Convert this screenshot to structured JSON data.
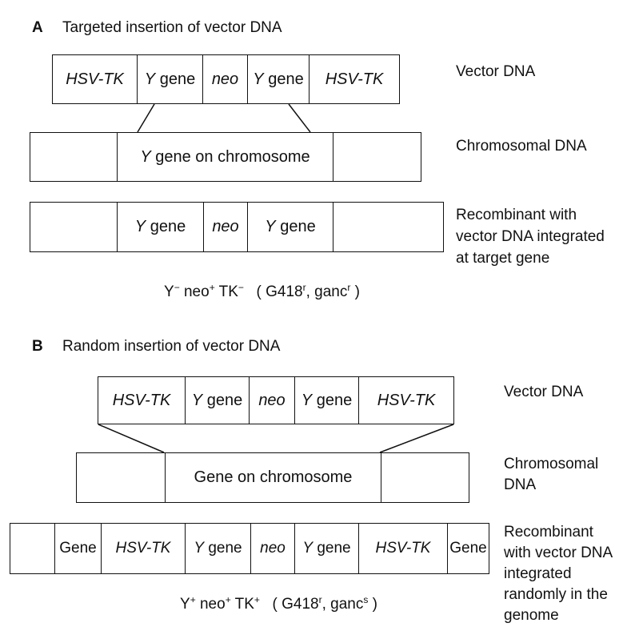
{
  "section_a": {
    "letter": "A",
    "title": "Targeted insertion of vector DNA",
    "vector": {
      "label": "Vector DNA",
      "segments": [
        "HSV-TK",
        "Y gene",
        "neo",
        "Y gene",
        "HSV-TK"
      ]
    },
    "chromosome": {
      "label": "Chromosomal DNA",
      "segments": [
        "",
        "Y gene on chromosome",
        ""
      ]
    },
    "recombinant": {
      "label_lines": [
        "Recombinant with",
        "vector DNA integrated",
        "at target gene"
      ],
      "segments": [
        "",
        "Y gene",
        "neo",
        "Y gene",
        ""
      ]
    },
    "genotype": {
      "markers": [
        {
          "name": "Y",
          "sup": "−"
        },
        {
          "name": "neo",
          "sup": "+"
        },
        {
          "name": "TK",
          "sup": "−"
        }
      ],
      "open": "(",
      "resistance": [
        {
          "name": "G418",
          "sup": "r"
        },
        {
          "name": "ganc",
          "sup": "r"
        }
      ],
      "separator": ",",
      "close": ")"
    }
  },
  "section_b": {
    "letter": "B",
    "title": "Random insertion of vector DNA",
    "vector": {
      "label": "Vector DNA",
      "segments": [
        "HSV-TK",
        "Y gene",
        "neo",
        "Y gene",
        "HSV-TK"
      ]
    },
    "chromosome": {
      "label_lines": [
        "Chromosomal",
        "DNA"
      ],
      "segments": [
        "",
        "Gene on chromosome",
        ""
      ]
    },
    "recombinant": {
      "label_lines": [
        "Recombinant",
        "with vector DNA",
        "integrated",
        "randomly in the",
        "genome"
      ],
      "segments": [
        "",
        "Gene",
        "HSV-TK",
        "Y gene",
        "neo",
        "Y gene",
        "HSV-TK",
        "Gene"
      ]
    },
    "genotype": {
      "markers": [
        {
          "name": "Y",
          "sup": "+"
        },
        {
          "name": "neo",
          "sup": "+"
        },
        {
          "name": "TK",
          "sup": "+"
        }
      ],
      "open": "(",
      "resistance": [
        {
          "name": "G418",
          "sup": "r"
        },
        {
          "name": "ganc",
          "sup": "s"
        }
      ],
      "separator": ",",
      "close": ")"
    }
  }
}
